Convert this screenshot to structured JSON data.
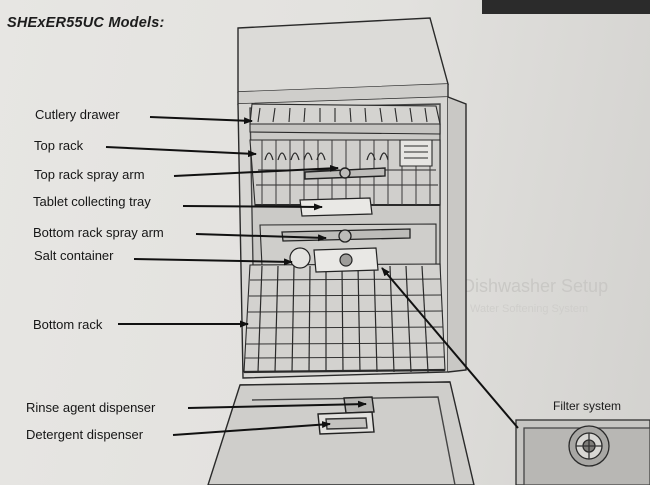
{
  "figure": {
    "title": "SHExER55UC Models:",
    "filter_label": "Filter system",
    "callouts": [
      {
        "key": "cutlery",
        "text": "Cutlery drawer"
      },
      {
        "key": "toprack",
        "text": "Top rack"
      },
      {
        "key": "topspray",
        "text": "Top rack spray arm"
      },
      {
        "key": "tablet",
        "text": "Tablet collecting tray"
      },
      {
        "key": "bottomspray",
        "text": "Bottom rack spray arm"
      },
      {
        "key": "salt",
        "text": "Salt container"
      },
      {
        "key": "bottomrack",
        "text": "Bottom rack"
      },
      {
        "key": "rinse",
        "text": "Rinse agent dispenser"
      },
      {
        "key": "detergent",
        "text": "Detergent dispenser"
      }
    ]
  },
  "background_bleed": {
    "heading": "Dishwasher Setup",
    "subheading": "Water Softening System"
  },
  "colors": {
    "paper": "#e3e2df",
    "ink": "#161616",
    "dark_strip": "#2a2a2a"
  }
}
